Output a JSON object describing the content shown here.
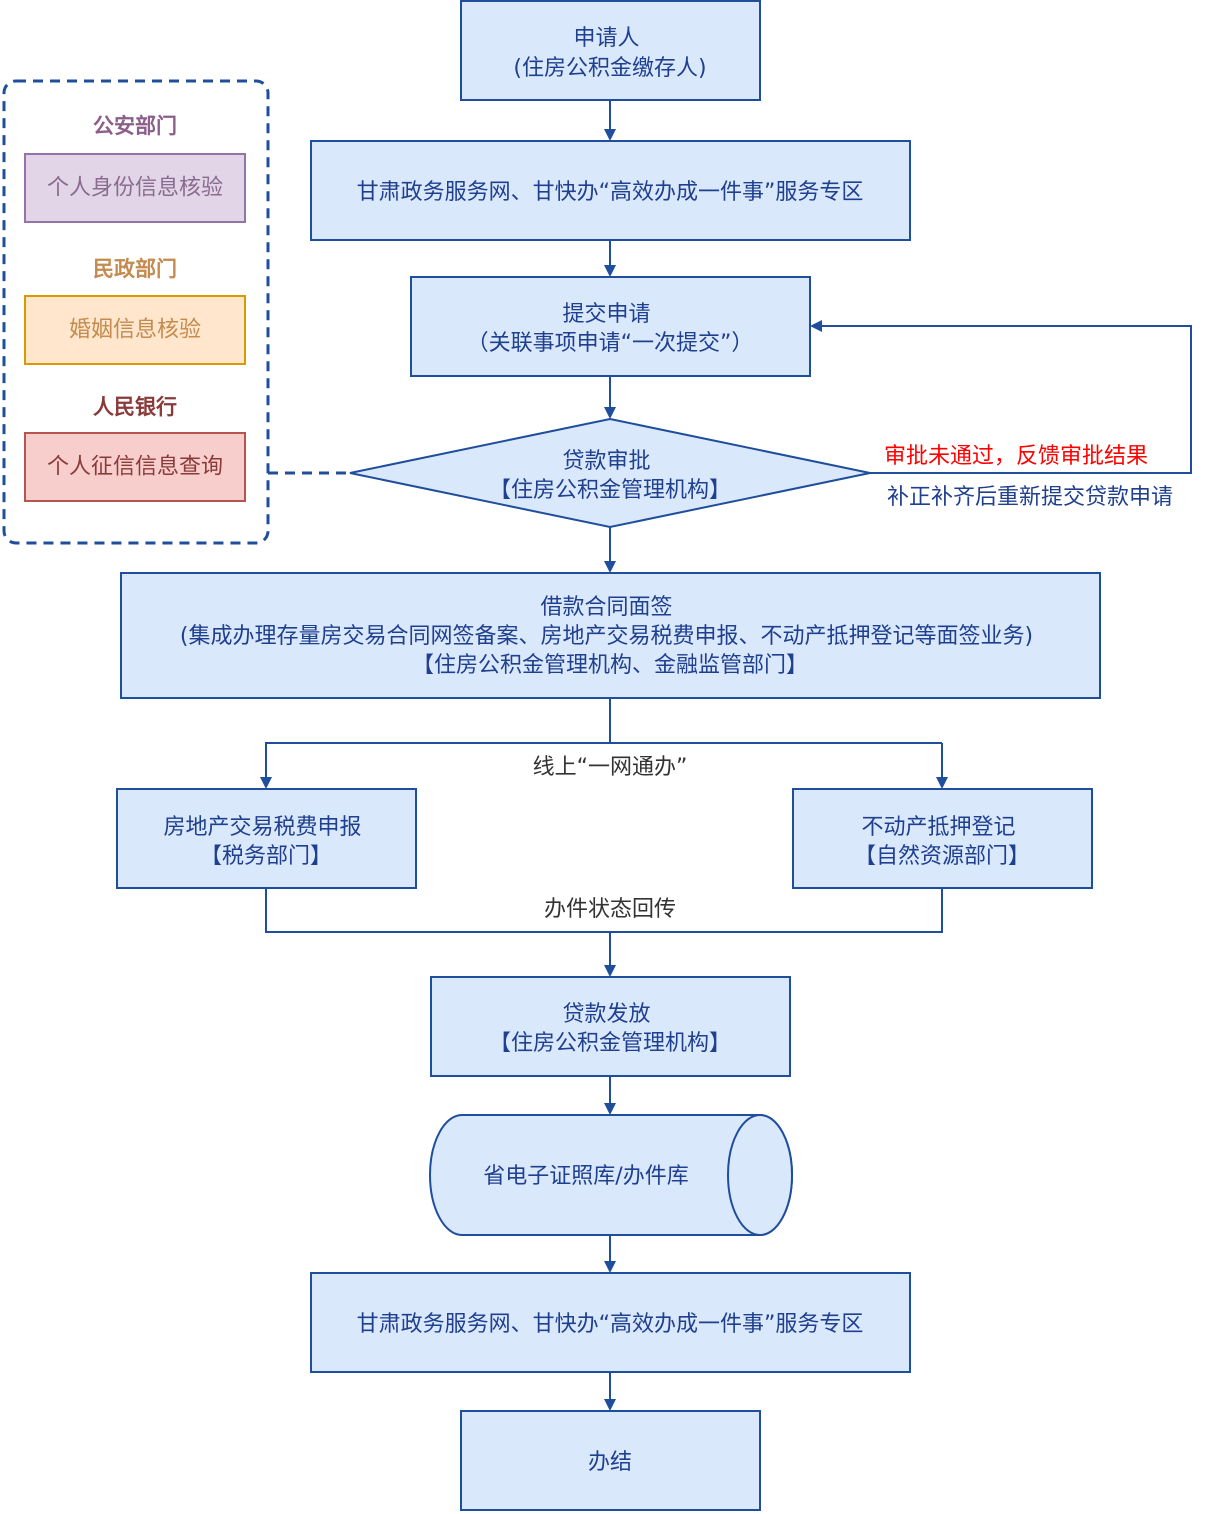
{
  "colors": {
    "node_fill": "#dae8fc",
    "node_stroke": "#1f4e9c",
    "arrow": "#1f4e9c",
    "node_text": "#1f3f8f",
    "reject_text": "#ff0000",
    "resubmit_text": "#1f3f8f"
  },
  "nodes": {
    "applicant": [
      "申请人",
      "(住房公积金缴存人)"
    ],
    "portal_top": [
      "甘肃政务服务网、甘快办“高效办成一件事”服务专区"
    ],
    "submit": [
      "提交申请",
      "（关联事项申请“一次提交”）"
    ],
    "approval": [
      "贷款审批",
      "【住房公积金管理机构】"
    ],
    "contract": [
      "借款合同面签",
      "(集成办理存量房交易合同网签备案、房地产交易税费申报、不动产抵押登记等面签业务)",
      "【住房公积金管理机构、金融监管部门】"
    ],
    "tax": [
      "房地产交易税费申报",
      "【税务部门】"
    ],
    "mortgage": [
      "不动产抵押登记",
      "【自然资源部门】"
    ],
    "disbursement": [
      "贷款发放",
      "【住房公积金管理机构】"
    ],
    "database": [
      "省电子证照库/办件库"
    ],
    "portal_bottom": [
      "甘肃政务服务网、甘快办“高效办成一件事”服务专区"
    ],
    "done": [
      "办结"
    ]
  },
  "edge_labels": {
    "reject": "审批未通过，反馈审批结果",
    "resubmit": "补正补齐后重新提交贷款申请",
    "online": "线上“一网通办”",
    "status_return": "办件状态回传"
  },
  "departments": [
    {
      "title": "公安部门",
      "check": "个人身份信息核验",
      "title_color": "#8b5e8b",
      "fill": "#e1d5e7",
      "stroke": "#9673a6",
      "text_color": "#8b6a8f"
    },
    {
      "title": "民政部门",
      "check": "婚姻信息核验",
      "title_color": "#c48a4e",
      "fill": "#ffe6cc",
      "stroke": "#d79b00",
      "text_color": "#c48a4e"
    },
    {
      "title": "人民银行",
      "check": "个人征信信息查询",
      "title_color": "#8b3a3a",
      "fill": "#f8cecc",
      "stroke": "#b85450",
      "text_color": "#8b3a3a"
    }
  ]
}
